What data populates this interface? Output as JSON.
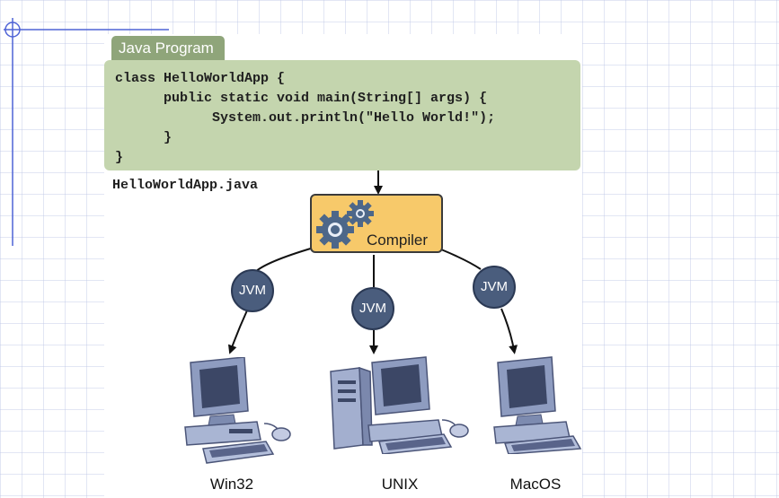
{
  "diagram": {
    "tab_label": "Java Program",
    "code_lines": [
      "class HelloWorldApp {",
      "      public static void main(String[] args) {",
      "            System.out.println(\"Hello World!\");",
      "      }",
      "}"
    ],
    "filename": "HelloWorldApp.java",
    "compiler_label": "Compiler",
    "jvm_labels": [
      "JVM",
      "JVM",
      "JVM"
    ],
    "platforms": [
      "Win32",
      "UNIX",
      "MacOS"
    ]
  },
  "colors": {
    "tab": "#8fa57a",
    "code_background": "#c4d5ae",
    "compiler": "#f7c96a",
    "jvm": "#4a5d7d",
    "gear": "#4d6789",
    "computer": "#9aa8ca"
  },
  "icons": [
    "gear-icon",
    "desktop-computer-icon",
    "server-tower-icon",
    "mouse-icon",
    "keyboard-icon"
  ]
}
